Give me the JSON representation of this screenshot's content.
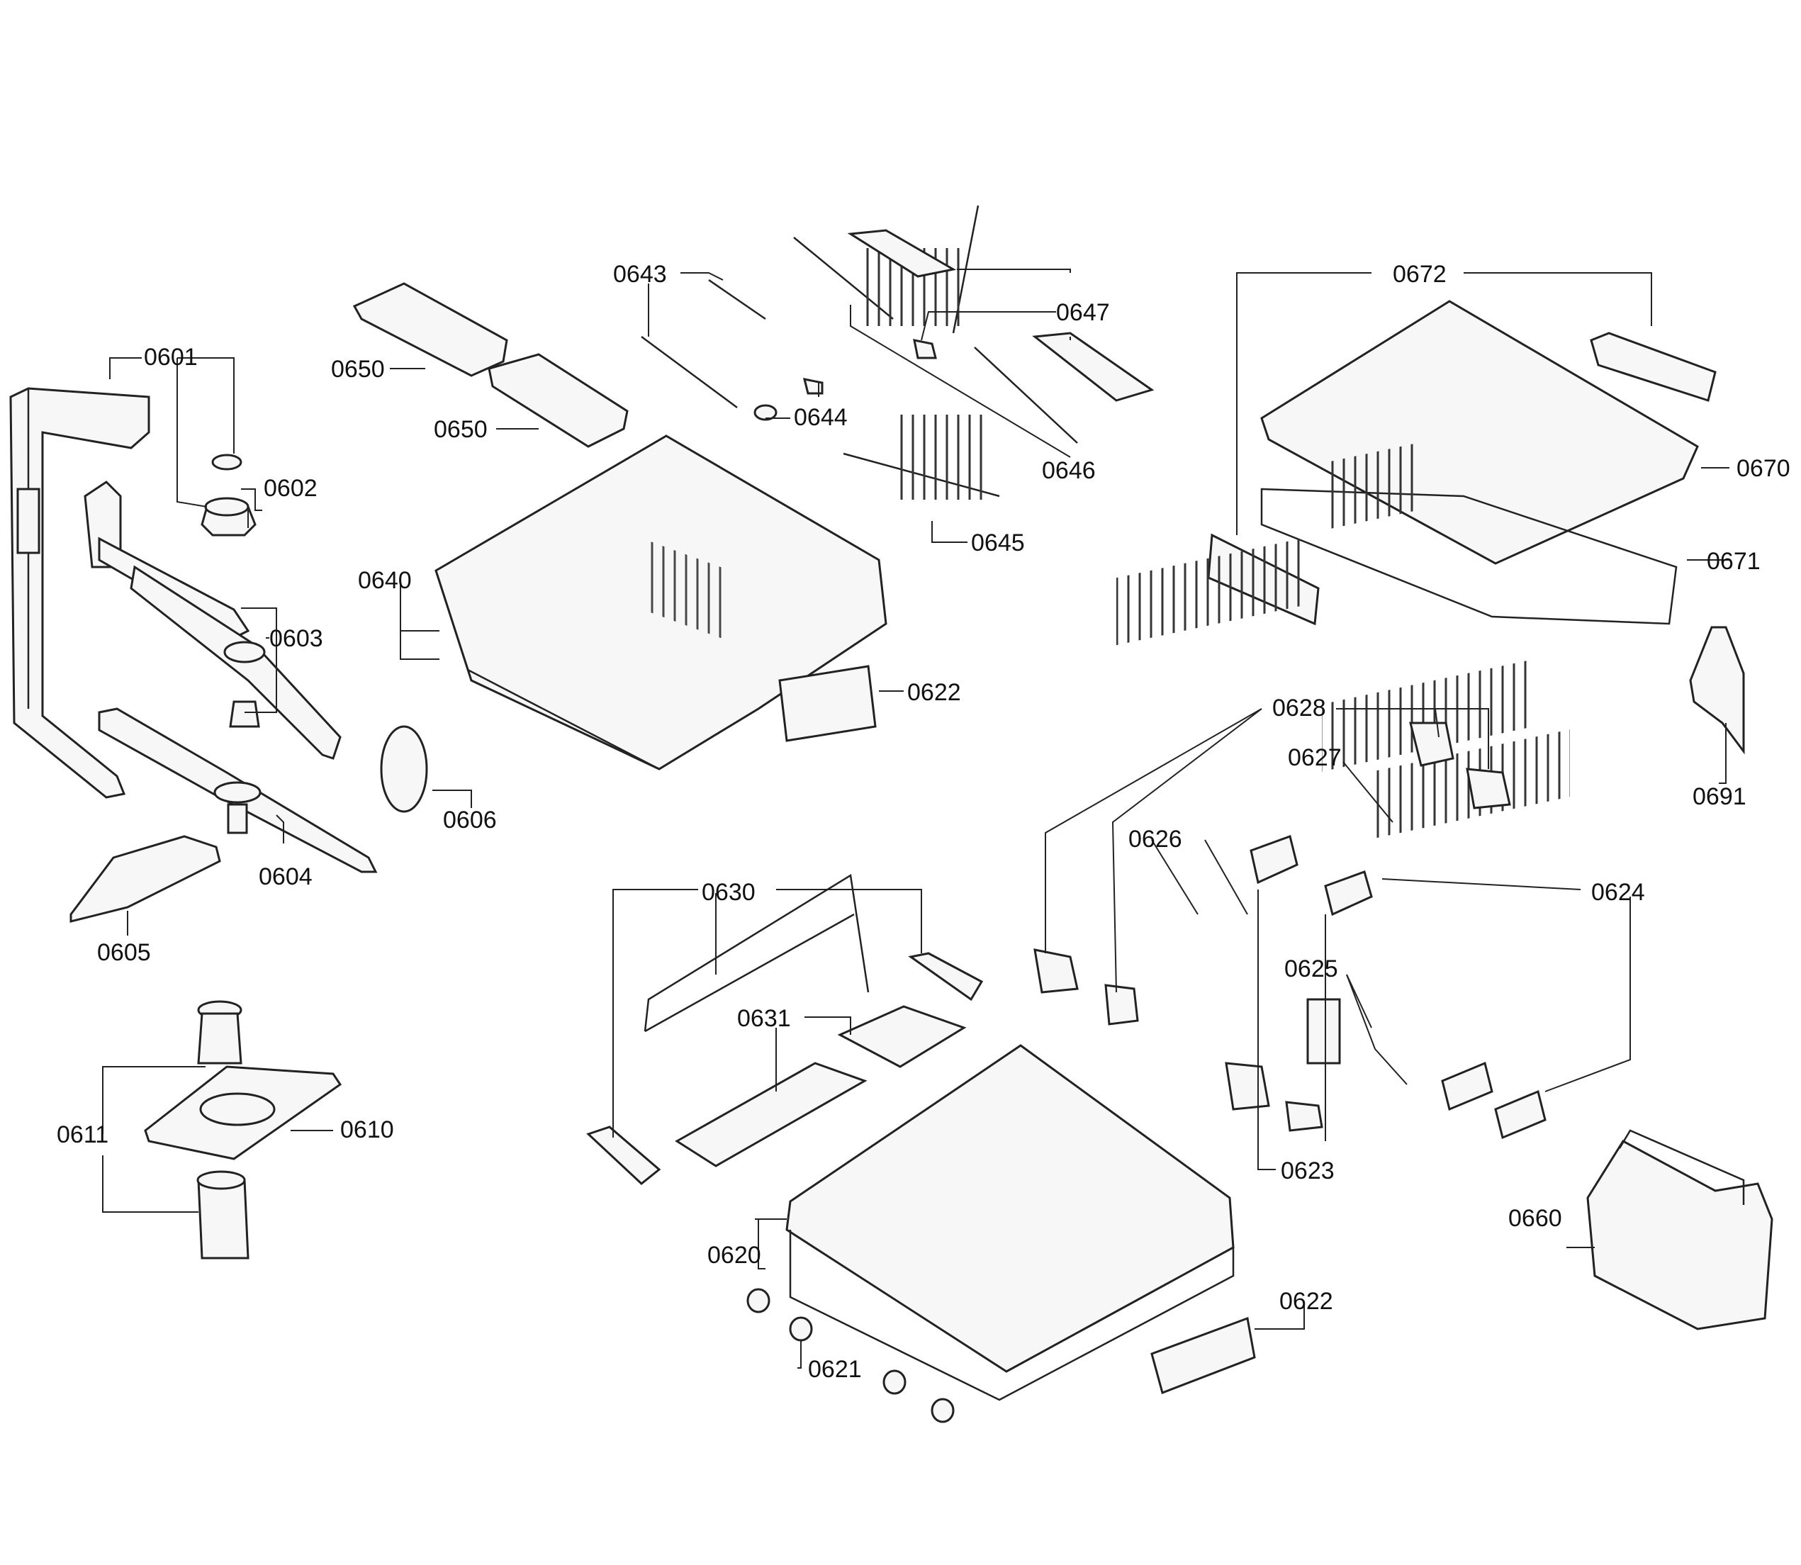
{
  "diagram": {
    "part_labels": [
      "0601",
      "0602",
      "0603",
      "0604",
      "0605",
      "0606",
      "0610",
      "0611",
      "0620",
      "0621",
      "0622",
      "0622",
      "0623",
      "0624",
      "0625",
      "0626",
      "0627",
      "0628",
      "0630",
      "0631",
      "0640",
      "0643",
      "0644",
      "0645",
      "0646",
      "0647",
      "0650",
      "0650",
      "0660",
      "0670",
      "0671",
      "0672",
      "0691"
    ]
  }
}
